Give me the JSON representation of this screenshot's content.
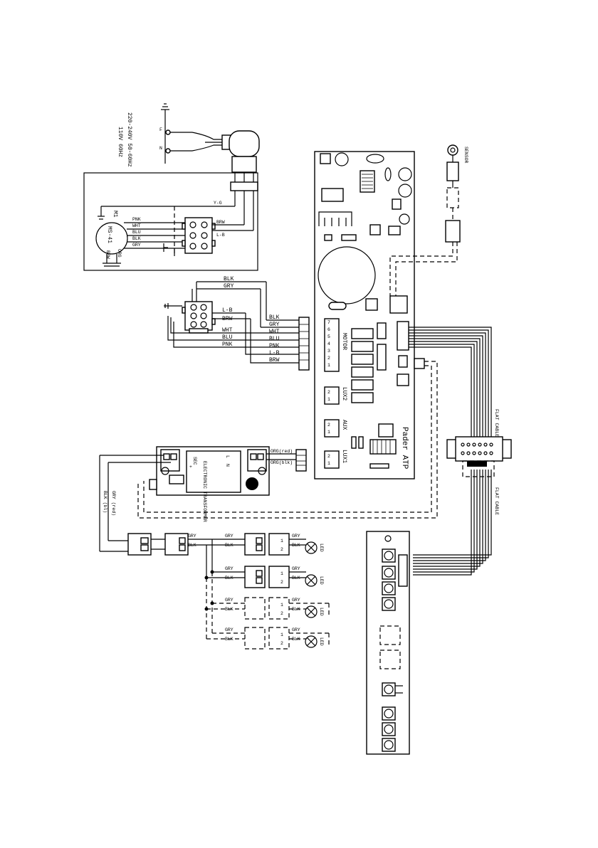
{
  "power": {
    "voltage_a": "220-240V 50-60Hz",
    "voltage_b": "110V 60Hz",
    "phase": "F",
    "neutral": "N"
  },
  "motor": {
    "name": "M1",
    "type": "MS-41",
    "cap_label": "BRW",
    "org_label": "ORG",
    "wires": [
      "PNK",
      "WHT",
      "BLU",
      "BLK",
      "GRY"
    ],
    "yg_label": "Y-G",
    "brw_label": "BRW",
    "lb_label": "L-B"
  },
  "connector2": {
    "top_wires": [
      "BLK",
      "GRY"
    ],
    "lb_label": "L-B",
    "brw_label": "BRW"
  },
  "harness": {
    "labels": [
      "BLK",
      "GRY",
      "WHT",
      "BLU",
      "PNK",
      "L-B",
      "BRW"
    ],
    "left_labels": [
      "WHT",
      "BLU",
      "PNK"
    ]
  },
  "board": {
    "name": "Pader ATP",
    "motor_label": "MOTOR",
    "lux2_label": "LUX2",
    "aux_label": "AUX",
    "lux1_label": "LUX1",
    "pins": [
      "7",
      "6",
      "5",
      "4",
      "3",
      "2",
      "1"
    ]
  },
  "sensor": {
    "label": "SENSOR"
  },
  "flat_cable": {
    "label_a": "FLAT CABLE",
    "label_b": "FLAT CABLE"
  },
  "transformer": {
    "title": "ELECTRONIC TRANSFORMER",
    "sec": "SEC",
    "plus": "+",
    "l": "L",
    "n": "N",
    "org_red": "ORG(red)",
    "org_blk": "ORG(blk)",
    "grey_red": "GRY (red)",
    "blk_blk": "BLK (bl)"
  },
  "lamps": {
    "gry": "GRY",
    "blk": "BLK",
    "lamp_label": "LED",
    "pin1": "1",
    "pin2": "2"
  }
}
